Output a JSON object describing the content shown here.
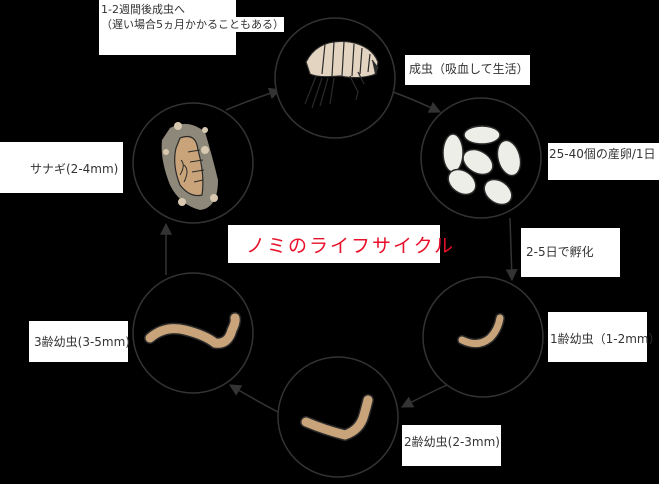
{
  "title": "ノミのライフサイクル",
  "colors": {
    "background": "#000000",
    "title": "#e8102a",
    "label_text": "#333333",
    "outline": "#333333",
    "body_tan": "#c9a47a",
    "flea_body": "#e3d4c2",
    "egg": "#eeeee8",
    "cocoon": "#8e887a",
    "cocoon_light": "#d8c8b0"
  },
  "stages": [
    {
      "id": "adult",
      "label": "成虫（吸血して生活）",
      "icon": "flea-adult-icon"
    },
    {
      "id": "eggs",
      "label": "25-40個の産卵/1日",
      "icon": "eggs-icon"
    },
    {
      "id": "larva1",
      "label": "1齢幼虫（1-2mm）",
      "icon": "larva-first-instar-icon"
    },
    {
      "id": "larva2",
      "label": "2齢幼虫(2-3mm)",
      "icon": "larva-second-instar-icon"
    },
    {
      "id": "larva3",
      "label": "3齢幼虫(3-5mm)",
      "icon": "larva-third-instar-icon"
    },
    {
      "id": "pupa",
      "label": "サナギ(2-4mm)",
      "icon": "pupa-icon"
    }
  ],
  "transitions": {
    "pupa_to_adult_line1": "1-2週間後成虫へ",
    "pupa_to_adult_line2": "（遅い場合5ヵ月かかることもある）",
    "eggs_to_larva": "2-5日で孵化"
  }
}
